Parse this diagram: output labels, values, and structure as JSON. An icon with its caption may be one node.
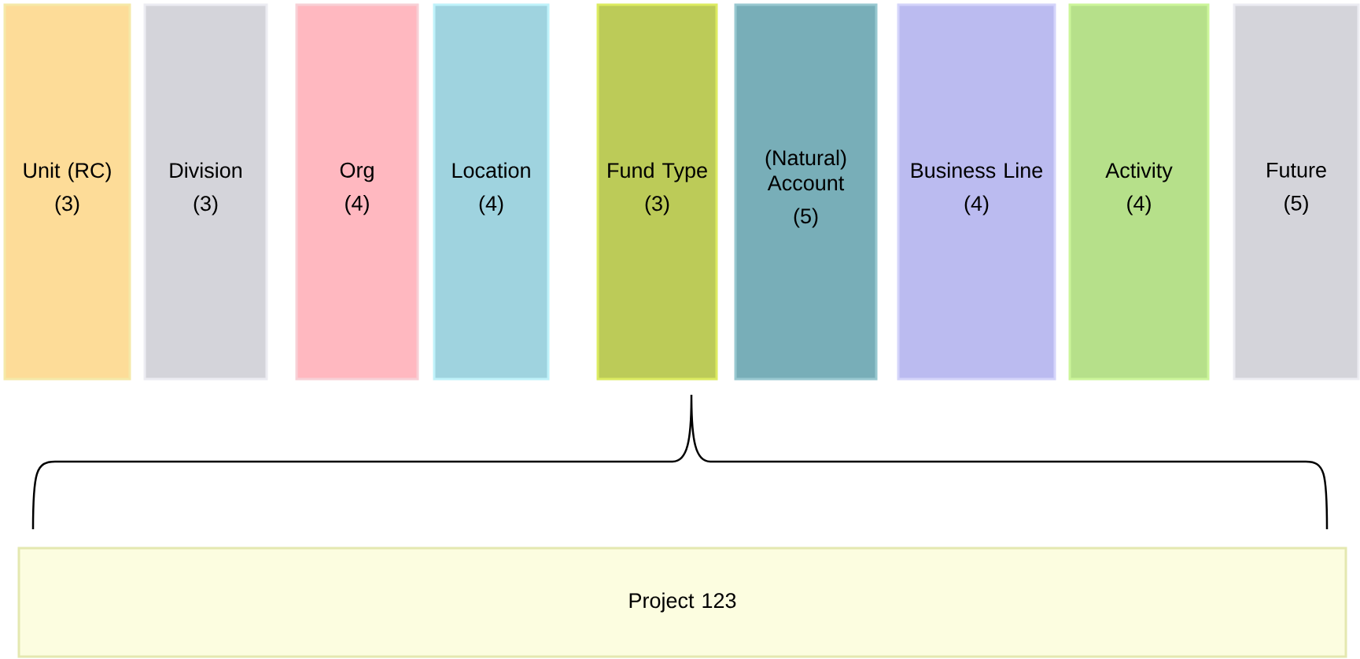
{
  "diagram": {
    "nodes": [
      {
        "text": [
          "Unit (RC)",
          "(3)"
        ]
      },
      {
        "text": [
          "Division",
          "(3)"
        ]
      },
      {
        "text": [
          "Org",
          "(4)"
        ]
      },
      {
        "text": [
          "Location",
          "(4)"
        ]
      },
      {
        "text": [
          "Fund Type",
          "(3)"
        ]
      },
      {
        "text": [
          "(Natural) Account",
          "(5)"
        ]
      },
      {
        "text": [
          "Business Line",
          "(4)"
        ]
      },
      {
        "text": [
          "Activity",
          "(4)"
        ]
      },
      {
        "text": [
          "Future",
          "(5)"
        ]
      },
      {
        "text": [
          "Project 123"
        ]
      }
    ]
  }
}
